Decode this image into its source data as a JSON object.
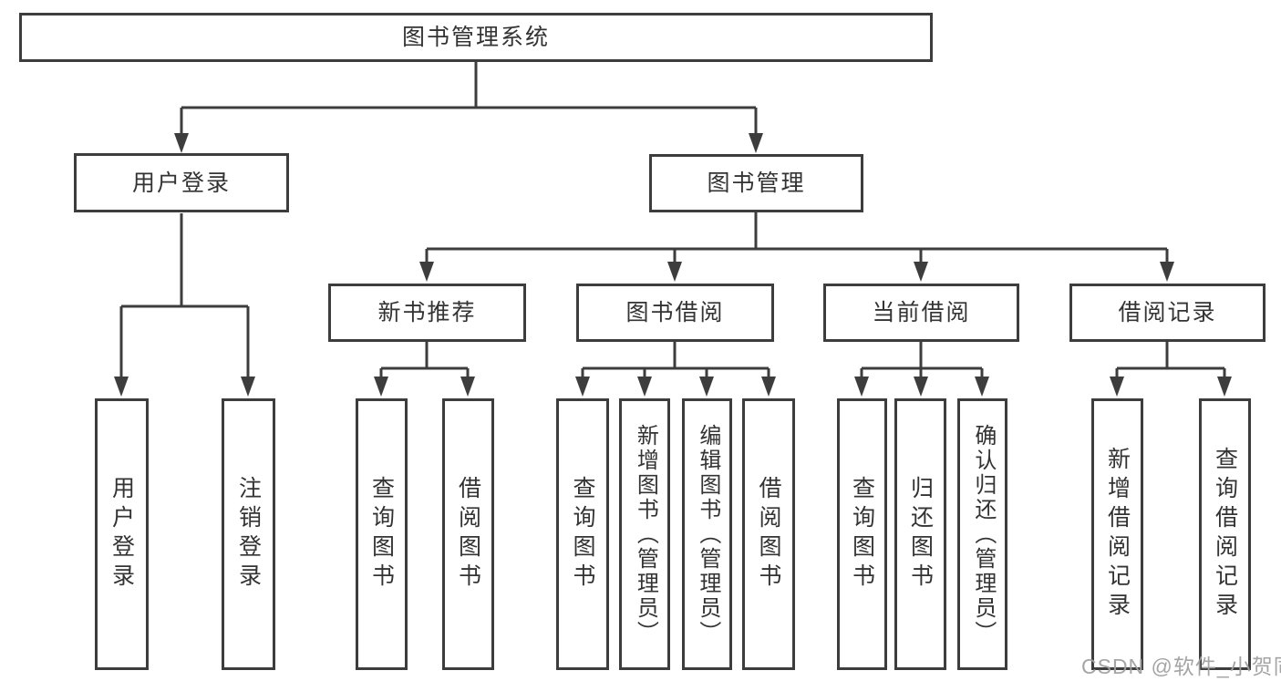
{
  "tree": {
    "root": {
      "label": "图书管理系统"
    },
    "branches": [
      {
        "label": "用户登录",
        "children": [
          {
            "label": "用户登录"
          },
          {
            "label": "注销登录"
          }
        ]
      },
      {
        "label": "图书管理",
        "children": [
          {
            "label": "新书推荐",
            "children": [
              {
                "label": "查询图书"
              },
              {
                "label": "借阅图书"
              }
            ]
          },
          {
            "label": "图书借阅",
            "children": [
              {
                "label": "查询图书"
              },
              {
                "label": "新增图书（管理员）"
              },
              {
                "label": "编辑图书（管理员）"
              },
              {
                "label": "借阅图书"
              }
            ]
          },
          {
            "label": "当前借阅",
            "children": [
              {
                "label": "查询图书"
              },
              {
                "label": "归还图书"
              },
              {
                "label": "确认归还（管理员）"
              }
            ]
          },
          {
            "label": "借阅记录",
            "children": [
              {
                "label": "新增借阅记录"
              },
              {
                "label": "查询借阅记录"
              }
            ]
          }
        ]
      }
    ]
  },
  "watermark": {
    "text": "CSDN @软件_小贺同学"
  },
  "colors": {
    "line": "#3d3d3d",
    "box_border": "#3d3d3d",
    "box_fill": "#ffffff",
    "text": "#333333",
    "watermark": "#a0a0a0",
    "background": "#ffffff"
  }
}
